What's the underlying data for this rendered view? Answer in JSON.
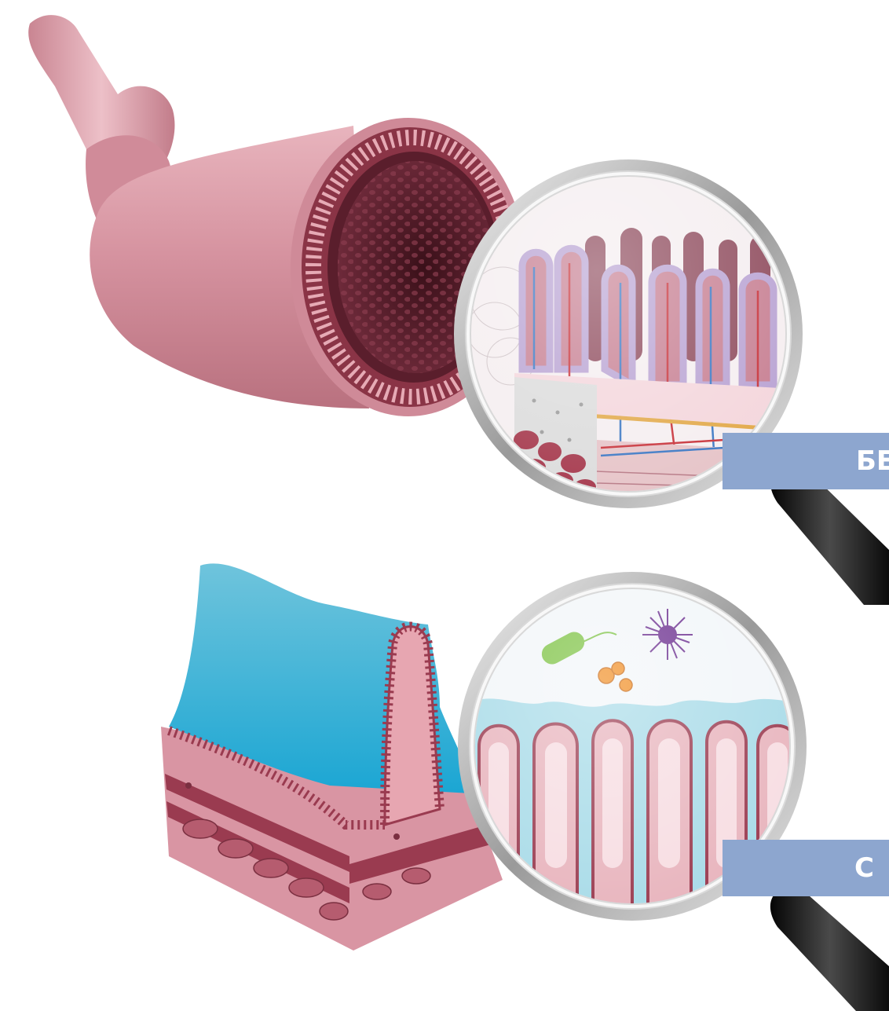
{
  "labels": {
    "top_tag": "БЕ",
    "bottom_tag": "С"
  },
  "colors": {
    "intestine_pink": "#d99aa6",
    "intestine_dark": "#7a2f40",
    "lumen": "#4a1a26",
    "mucus_blue": "#3fb4d6",
    "label_band": "#8da6cf",
    "vein": "#3c78c4",
    "artery": "#c8323a",
    "bacterium_green": "#7cc242",
    "virus_purple": "#6a2d8e",
    "spore_orange": "#f08a1c",
    "magnifier_handle": "#1c1c1c"
  },
  "illustration": {
    "top_panel": "small-intestine-tube-with-magnified-villi",
    "bottom_panel": "mucosa-fold-with-mucus-layer-and-microbes"
  }
}
